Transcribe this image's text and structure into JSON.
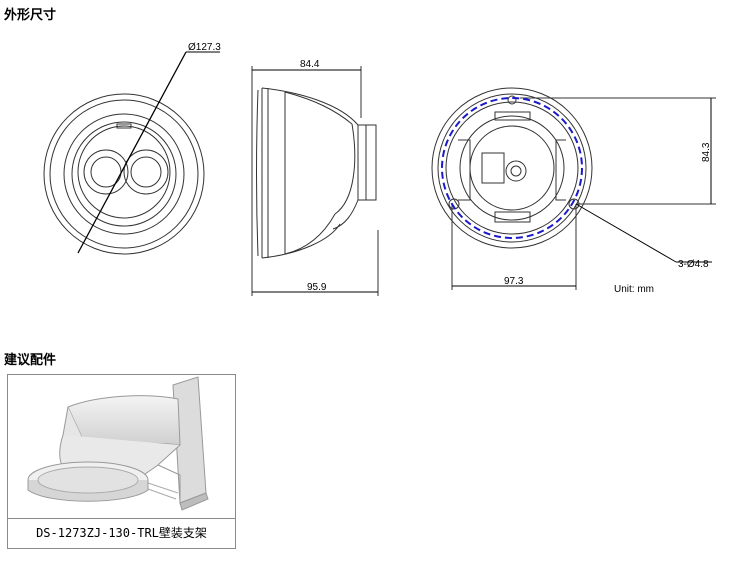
{
  "sections": {
    "dimensions_title": "外形尺寸",
    "accessories_title": "建议配件"
  },
  "front_view": {
    "diameter_label": "Ø127.3"
  },
  "side_view": {
    "top_width": "84.4",
    "bottom_width": "95.9"
  },
  "base_view": {
    "height": "84.3",
    "hole_spacing": "97.3",
    "holes": "3-Ø4.8",
    "unit": "Unit: mm"
  },
  "accessory": {
    "caption": "DS-1273ZJ-130-TRL壁装支架"
  },
  "colors": {
    "line": "#333333",
    "accent_dash": "#1a1acc"
  }
}
